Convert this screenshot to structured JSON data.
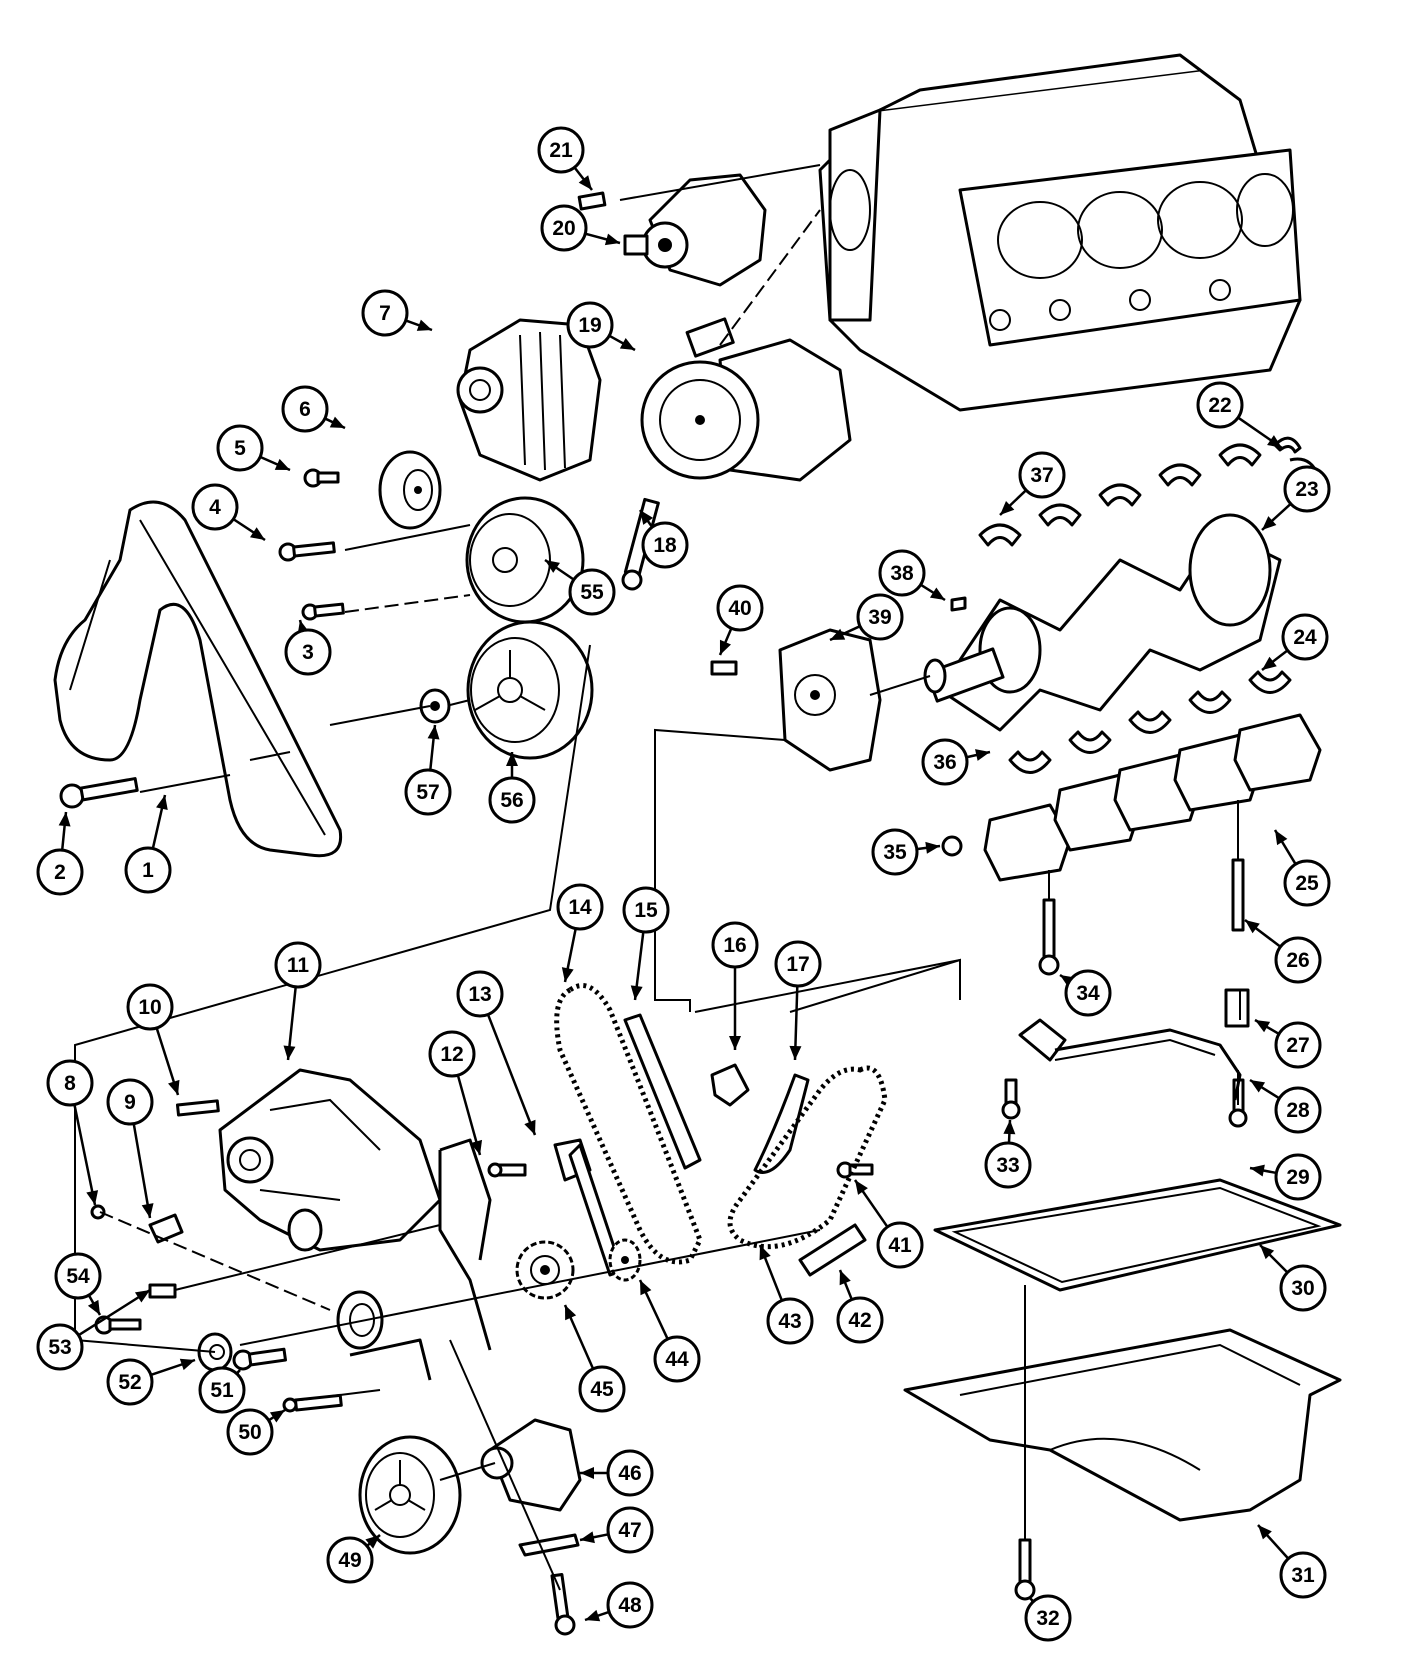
{
  "colors": {
    "ink": "#000000",
    "paper": "#ffffff"
  },
  "callouts": [
    {
      "label": "1"
    },
    {
      "label": "2"
    },
    {
      "label": "3"
    },
    {
      "label": "4"
    },
    {
      "label": "5"
    },
    {
      "label": "6"
    },
    {
      "label": "7"
    },
    {
      "label": "8"
    },
    {
      "label": "9"
    },
    {
      "label": "10"
    },
    {
      "label": "11"
    },
    {
      "label": "12"
    },
    {
      "label": "13"
    },
    {
      "label": "14"
    },
    {
      "label": "15"
    },
    {
      "label": "16"
    },
    {
      "label": "17"
    },
    {
      "label": "18"
    },
    {
      "label": "19"
    },
    {
      "label": "20"
    },
    {
      "label": "21"
    },
    {
      "label": "22"
    },
    {
      "label": "23"
    },
    {
      "label": "24"
    },
    {
      "label": "25"
    },
    {
      "label": "26"
    },
    {
      "label": "27"
    },
    {
      "label": "28"
    },
    {
      "label": "29"
    },
    {
      "label": "30"
    },
    {
      "label": "31"
    },
    {
      "label": "32"
    },
    {
      "label": "33"
    },
    {
      "label": "34"
    },
    {
      "label": "35"
    },
    {
      "label": "36"
    },
    {
      "label": "37"
    },
    {
      "label": "38"
    },
    {
      "label": "39"
    },
    {
      "label": "40"
    },
    {
      "label": "41"
    },
    {
      "label": "42"
    },
    {
      "label": "43"
    },
    {
      "label": "44"
    },
    {
      "label": "45"
    },
    {
      "label": "46"
    },
    {
      "label": "47"
    },
    {
      "label": "48"
    },
    {
      "label": "49"
    },
    {
      "label": "50"
    },
    {
      "label": "51"
    },
    {
      "label": "52"
    },
    {
      "label": "53"
    },
    {
      "label": "54"
    },
    {
      "label": "55"
    },
    {
      "label": "56"
    },
    {
      "label": "57"
    }
  ]
}
